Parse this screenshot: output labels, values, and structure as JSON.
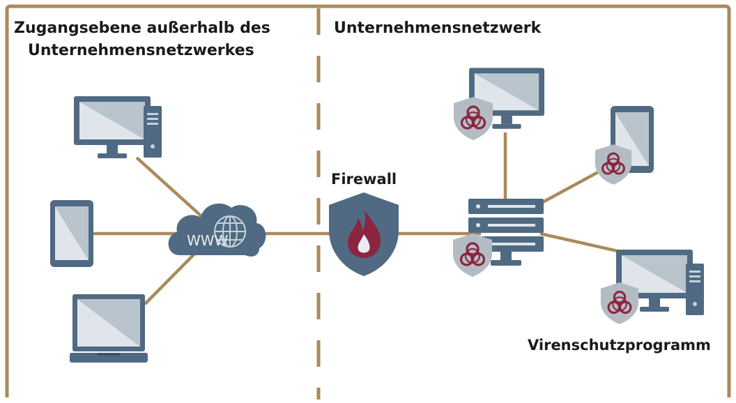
{
  "zones": {
    "outside_title_line1": "Zugangsebene außerhalb des",
    "outside_title_line2": "Unternehmensnetzwerkes",
    "inside_title": "Unternehmensnetzwerk"
  },
  "labels": {
    "cloud": "WWW",
    "firewall": "Firewall",
    "antivirus": "Virenschutzprogramm"
  },
  "colors": {
    "frame": "#a98a5a",
    "device_body": "#4f6a82",
    "screen": "#dde3e8",
    "shield": "#b4bcc3",
    "biohazard": "#8c2440",
    "firewall_shield": "#4f6a82",
    "flame": "#8c2440"
  },
  "icons": {
    "cloud": "cloud-globe-icon",
    "firewall": "firewall-shield-icon",
    "antivirus": "biohazard-shield-icon",
    "server": "server-icon"
  }
}
